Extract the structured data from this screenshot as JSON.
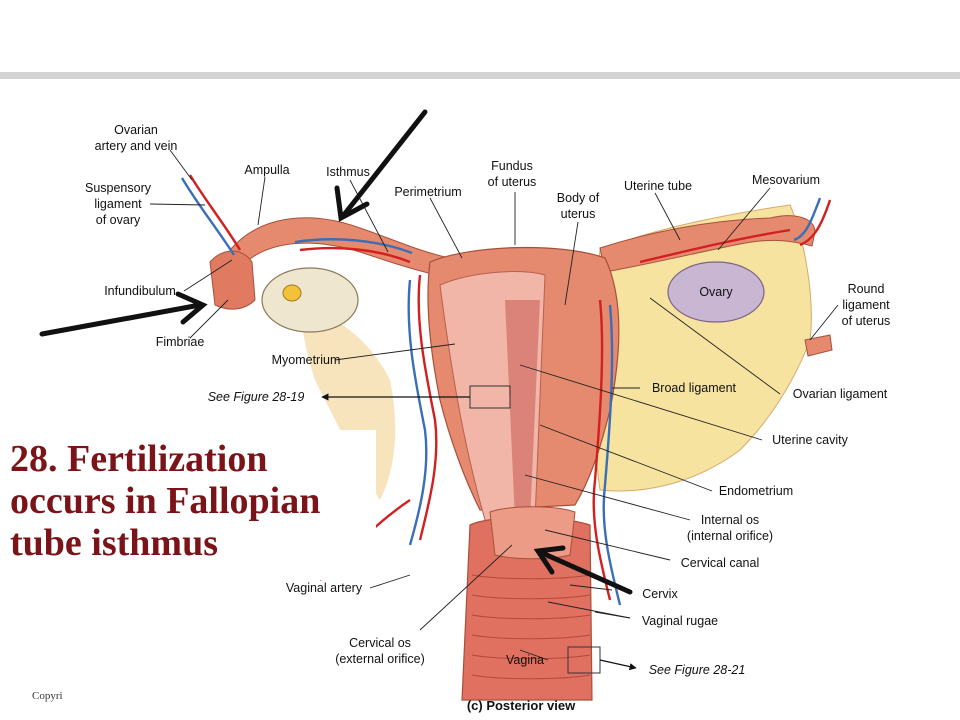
{
  "caption": "28. Fertilization occurs in Fallopian tube isthmus",
  "copyright": "Copyri",
  "view_label": "(c) Posterior view",
  "labels": {
    "ovarian_artery_vein": [
      "Ovarian",
      "artery and vein"
    ],
    "suspensory_ligament": [
      "Suspensory",
      "ligament",
      "of ovary"
    ],
    "ampulla": "Ampulla",
    "isthmus": "Isthmus",
    "perimetrium": "Perimetrium",
    "fundus": [
      "Fundus",
      "of uterus"
    ],
    "body_of_uterus": [
      "Body of",
      "uterus"
    ],
    "uterine_tube": "Uterine tube",
    "mesovarium": "Mesovarium",
    "infundibulum": "Infundibulum",
    "ovary": "Ovary",
    "round_ligament": [
      "Round",
      "ligament",
      "of uterus"
    ],
    "fimbriae": "Fimbriae",
    "myometrium": "Myometrium",
    "see_fig_19": "See Figure 28-19",
    "broad_ligament": "Broad ligament",
    "ovarian_ligament": "Ovarian ligament",
    "uterine_cavity": "Uterine cavity",
    "endometrium": "Endometrium",
    "internal_os": [
      "Internal os",
      "(internal orifice)"
    ],
    "cervical_canal": "Cervical canal",
    "vaginal_artery": "Vaginal artery",
    "cervix": "Cervix",
    "vaginal_rugae": "Vaginal rugae",
    "cervical_os": [
      "Cervical os",
      "(external orifice)"
    ],
    "vagina": "Vagina",
    "see_fig_21": "See Figure 28-21"
  },
  "colors": {
    "caption": "#7a1418",
    "tissue": "#e58a6e",
    "broad_ligament": "#f6e3a0",
    "artery": "#d21f1f",
    "vein": "#3a6fb8"
  }
}
